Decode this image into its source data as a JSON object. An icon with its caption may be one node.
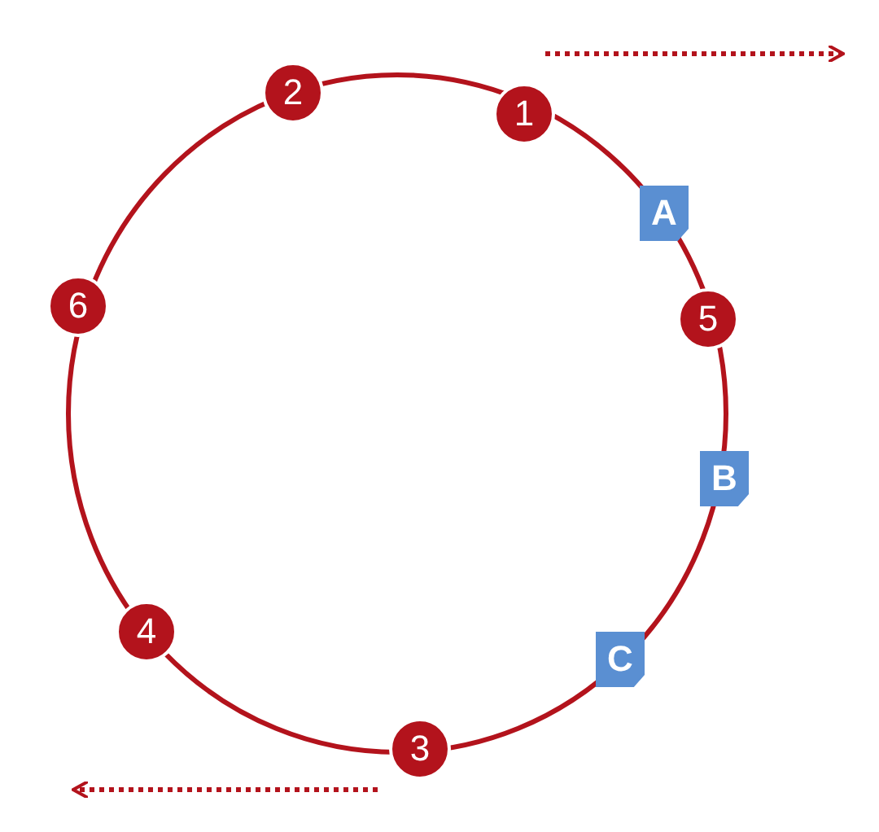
{
  "diagram": {
    "nodes": [
      {
        "text": [
          "2"
        ]
      },
      {
        "text": [
          "1"
        ]
      },
      {
        "text": [
          "A"
        ]
      },
      {
        "text": [
          "6"
        ]
      },
      {
        "text": [
          "5"
        ]
      },
      {
        "text": [
          "B"
        ]
      },
      {
        "text": [
          "4"
        ]
      },
      {
        "text": [
          "C"
        ]
      },
      {
        "text": [
          "3"
        ]
      }
    ],
    "edges": []
  }
}
